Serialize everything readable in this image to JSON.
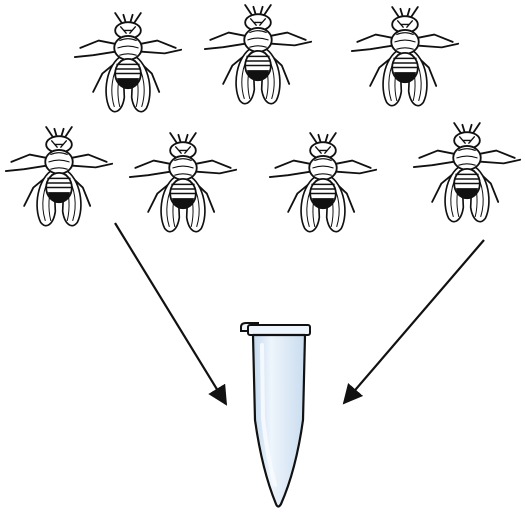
{
  "diagram": {
    "nodes": [
      {
        "id": "fly-1",
        "kind": "fruit-fly",
        "group": "top-row"
      },
      {
        "id": "fly-2",
        "kind": "fruit-fly",
        "group": "top-row"
      },
      {
        "id": "fly-3",
        "kind": "fruit-fly",
        "group": "top-row"
      },
      {
        "id": "fly-4",
        "kind": "fruit-fly",
        "group": "bottom-row"
      },
      {
        "id": "fly-5",
        "kind": "fruit-fly",
        "group": "bottom-row"
      },
      {
        "id": "fly-6",
        "kind": "fruit-fly",
        "group": "bottom-row"
      },
      {
        "id": "fly-7",
        "kind": "fruit-fly",
        "group": "bottom-row"
      },
      {
        "id": "tube",
        "kind": "microcentrifuge-tube"
      }
    ],
    "edges": [
      {
        "from": "fly-4",
        "to": "tube"
      },
      {
        "from": "fly-7",
        "to": "tube"
      }
    ],
    "colors": {
      "line": "#111111",
      "tube_fill": "#d9e8f6",
      "tube_highlight": "#f2f8fd",
      "background": "#ffffff"
    }
  }
}
